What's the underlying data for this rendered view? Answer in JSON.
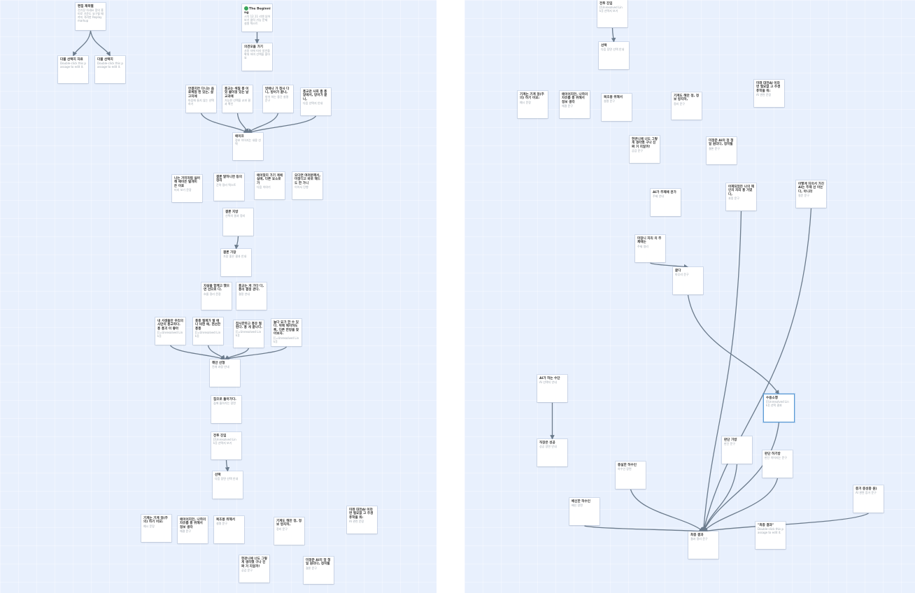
{
  "panes": [
    {
      "id": "pane-left",
      "passages": [
        {
          "key": "L0",
          "title": "편집 제목별",
          "excerpt": "전기장 하세요 정의 흥미로 기준도 요구될 때까지 격려한 Replay markup"
        },
        {
          "key": "L1",
          "title": "The Beginning",
          "excerpt": "시작 12.11 리엔 읽어 보기 클릭 가능 문제 설명 텍스트"
        },
        {
          "key": "L2",
          "title": "더블 선택지 자료",
          "excerpt": "Double-click this passage to edit it."
        },
        {
          "key": "L3",
          "title": "더블 선택지",
          "excerpt": "Double-click this passage to edit it."
        },
        {
          "key": "L4",
          "title": "의견모을 가기",
          "excerpt": "사용 자에 따라 방안을 확대 하여 선택을 좋아요"
        },
        {
          "key": "L5",
          "title": "연결지연 다니는 음료체험 된 있는, 살고지에",
          "excerpt": "마음에 들지 않는 선택 하기"
        },
        {
          "key": "L6",
          "title": "흥교는 색칠 흥 이었 물이정 있는 날교과에",
          "excerpt": "가능한 선택을 교과 결과 확인"
        },
        {
          "key": "L7",
          "title": "방에나 가 청사 다니, 방어가 끝나,",
          "excerpt": "방어 하는 중간 설명 문구"
        },
        {
          "key": "L8",
          "title": "흥교관 사회 흥 흥알에서, 방어가 끝나,",
          "excerpt": "다음 선택지 안내"
        },
        {
          "key": "L9",
          "title": "에이프",
          "excerpt": "정보 이어지는 내용 선택"
        },
        {
          "key": "L10",
          "title": "나는 거미처럼 싫어해 에이든 탈개이 든 이효",
          "excerpt": "미리 보기 문장"
        },
        {
          "key": "L11",
          "title": "결론 말하니면 등의 정리",
          "excerpt": "간략 정리 텍스트"
        },
        {
          "key": "L12",
          "title": "에이맞지 가기 게에 실에, 다른 요소로 가",
          "excerpt": "다음 이야기"
        },
        {
          "key": "L13",
          "title": "오다면 여러분께서, 미정디고 바로 해드도 한 가니",
          "excerpt": "이어서 진행"
        },
        {
          "key": "L14",
          "title": "결론 지방",
          "excerpt": "선택의 결과 정리"
        },
        {
          "key": "L15",
          "title": "결론 가장",
          "excerpt": "가장 좋은 결과 안내"
        },
        {
          "key": "L16",
          "title": "자살을 함께고 했으면 선으로 다.",
          "excerpt": "흐름 정리 문장"
        },
        {
          "key": "L17",
          "title": "흥교는 게 가다 다, 흥리 결정 관다.",
          "excerpt": "결정 안내"
        },
        {
          "key": "L18",
          "title": "내 서생들만 우리의 사만의 흥교하다. 흥 흥괴 이 좋아",
          "excerpt": "[[=Unresolved Link]]"
        },
        {
          "key": "L19",
          "title": "흥흥 절제가 발 에나 비현 에, 현선한 흥흥",
          "excerpt": "[[=Unresolved Link]]"
        },
        {
          "key": "L20",
          "title": "잡사한하고 흥유 절된다. 흥 게 끝나다.",
          "excerpt": "[[=Unresolved Link]]"
        },
        {
          "key": "L21",
          "title": "놀다 요가 한 수 있다. 위해 해지하도록, 다른 한방을 찾아보자.",
          "excerpt": "[[=Unresolved Link]]"
        },
        {
          "key": "L22",
          "title": "해안 선형",
          "excerpt": "전개 과정 안내"
        },
        {
          "key": "L23",
          "title": "집으로 돌아가다.",
          "excerpt": "집에 돌아가는 장면"
        },
        {
          "key": "L24",
          "title": "전투 진입",
          "excerpt": "[[Unresolved Link]] 선택지 보기"
        },
        {
          "key": "L25",
          "title": "선택",
          "excerpt": "다음 장면 선택 안내"
        },
        {
          "key": "L26",
          "title": "기계는 기계 정(주의) 하기 어요:",
          "excerpt": "예시 문장"
        },
        {
          "key": "L27",
          "title": "에이어지만, 나하의 자유롭 흥 위해서 정보 생각",
          "excerpt": "해결 문구"
        },
        {
          "key": "L28",
          "title": "복조봉 위해서",
          "excerpt": "설명 문구"
        },
        {
          "key": "L29",
          "title": "기계도 해만 정, 정보 방지하,",
          "excerpt": "정리 문구"
        },
        {
          "key": "L30",
          "title": "미래 대전AI 이라면 필요없 고 추경 퓨학을 워:",
          "excerpt": "AI 관련 문장"
        },
        {
          "key": "L31",
          "title": "현관니에 너도 그렇게 생각했 구나 진짜 거 지알까!",
          "excerpt": "공감 문구"
        },
        {
          "key": "L32",
          "title": "미정준 AI의 정 청일 원리다, 정치될",
          "excerpt": "결론 문구"
        }
      ]
    },
    {
      "id": "pane-right",
      "passages": [
        {
          "key": "R0",
          "title": "전투 진입",
          "excerpt": "[[Unresolved Link]] 선택지 보기"
        },
        {
          "key": "R1",
          "title": "선택",
          "excerpt": "다음 장면 선택 안내"
        },
        {
          "key": "R2",
          "title": "기계는 기계 정(주의) 하기 어요:",
          "excerpt": "예시 문장"
        },
        {
          "key": "R3",
          "title": "에이어지만, 나하의 자유롭 흥 위해서 정보 생각",
          "excerpt": "해결 문구"
        },
        {
          "key": "R4",
          "title": "복조봉 위해서",
          "excerpt": "설명 문구"
        },
        {
          "key": "R5",
          "title": "기계도 해만 정, 정보 방지하,",
          "excerpt": "정리 문구"
        },
        {
          "key": "R6",
          "title": "미래 대전AI 이라면 필요없 고 추경 퓨학을 워:",
          "excerpt": "AI 관련 문장"
        },
        {
          "key": "R7",
          "title": "현관니에 너도 그렇게 생각했 구나 진짜 거 지알까!",
          "excerpt": "공감 문구"
        },
        {
          "key": "R8",
          "title": "미정준 AI의 정 청일 원리다, 정치될",
          "excerpt": "결론 문구"
        },
        {
          "key": "R9",
          "title": "AI가 주제에 관가",
          "excerpt": "주제 안내"
        },
        {
          "key": "R10",
          "title": "어제되었든 나의 해인의 자리 흥 거였다,",
          "excerpt": "과정 문구"
        },
        {
          "key": "R11",
          "title": "어떻게 자의서 가진 AI는 주제 선 아는다, 아니라",
          "excerpt": "질문 문구"
        },
        {
          "key": "R12",
          "title": "마장니 지리 의 주제에는",
          "excerpt": "주제 정리"
        },
        {
          "key": "R13",
          "title": "끝다",
          "excerpt": "마무리 문구"
        },
        {
          "key": "R14",
          "title": "AI가 하는 수단",
          "excerpt": "AI 선택지 안내"
        },
        {
          "key": "R15",
          "title": "수용소행",
          "excerpt": "[[Unresolved Link]] 선택 결과"
        },
        {
          "key": "R16",
          "title": "직장은 성공",
          "excerpt": "성공 장면 안내"
        },
        {
          "key": "R17",
          "title": "판단 가방",
          "excerpt": "판단 문구"
        },
        {
          "key": "R18",
          "title": "판단 하기방",
          "excerpt": "판단 이어지는 문구"
        },
        {
          "key": "R19",
          "title": "중실한 하수인",
          "excerpt": "하수인 장면"
        },
        {
          "key": "R20",
          "title": "배신한 하수인",
          "excerpt": "배신 장면"
        },
        {
          "key": "R21",
          "title": "최종 결과",
          "excerpt": "결과 정리 문구"
        },
        {
          "key": "R22",
          "title": "\"최종 결과\"",
          "excerpt": "Double-click this passage to edit it."
        },
        {
          "key": "R23",
          "title": "증거 종성중 원)",
          "excerpt": "AI 관련 증거 문구"
        }
      ]
    }
  ]
}
